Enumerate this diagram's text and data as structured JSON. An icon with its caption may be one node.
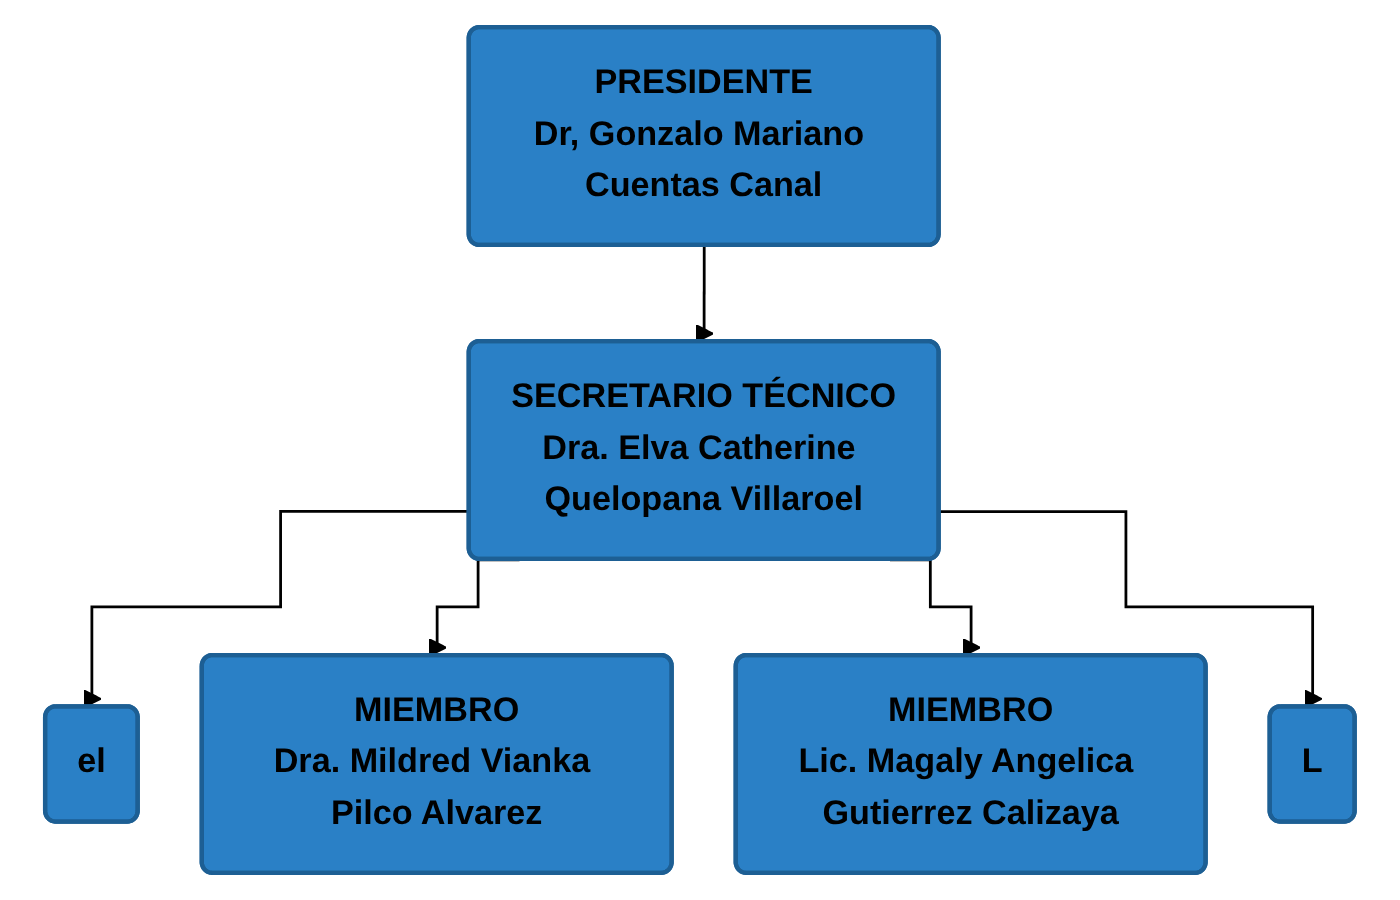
{
  "diagram": {
    "nodes": [
      {
        "text": [
          "PRESIDENTE",
          "Dr, Gonzalo Mariano Cuentas Canal"
        ]
      },
      {
        "text": [
          "SECRETARIO TÉCNICO",
          "Dra. Elva Catherine Quelopana Villaroel"
        ]
      },
      {
        "text": [
          "el"
        ]
      },
      {
        "text": [
          "MIEMBRO",
          "Dra. Mildred Vianka Pilco Alvarez"
        ]
      },
      {
        "text": [
          "MIEMBRO",
          "Lic. Magaly Angelica Gutierrez Calizaya"
        ]
      },
      {
        "text": [
          "L"
        ]
      }
    ],
    "edges": [
      {
        "from": 0,
        "to": 1,
        "arrow": "to"
      },
      {
        "from": 1,
        "to": 2,
        "arrow": "to"
      },
      {
        "from": 1,
        "to": 3,
        "arrow": "to"
      },
      {
        "from": 1,
        "to": 4,
        "arrow": "to"
      },
      {
        "from": 1,
        "to": 5,
        "arrow": "to"
      }
    ]
  }
}
